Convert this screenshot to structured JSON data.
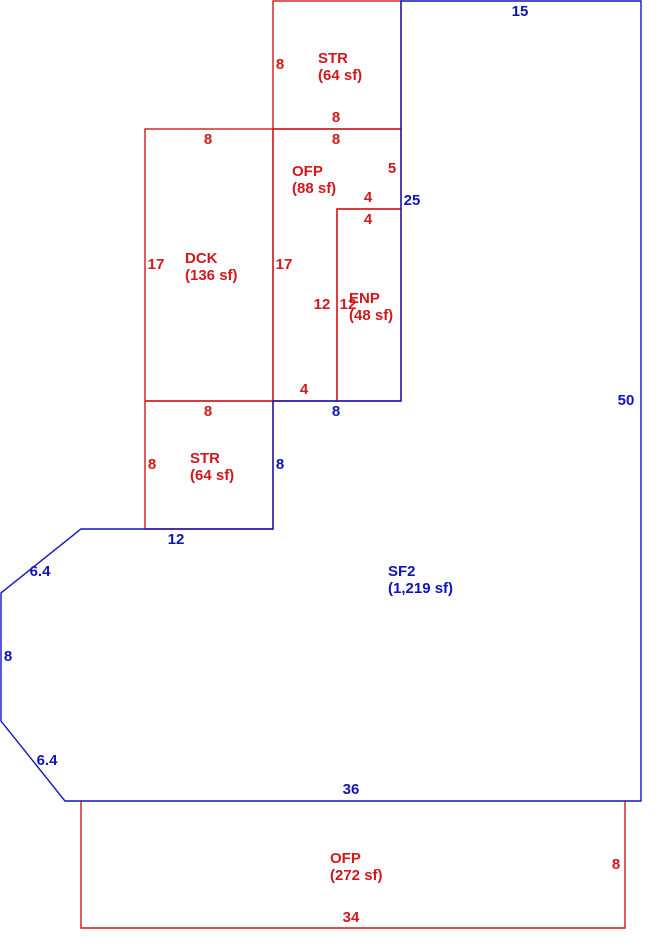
{
  "colors": {
    "addition": "#d0191c",
    "living": "#1015b5"
  },
  "areas": {
    "str_top": {
      "code": "STR",
      "area": "(64 sf)"
    },
    "dck": {
      "code": "DCK",
      "area": "(136 sf)"
    },
    "ofp_upper": {
      "code": "OFP",
      "area": "(88 sf)"
    },
    "enp": {
      "code": "ENP",
      "area": "(48 sf)"
    },
    "str_mid": {
      "code": "STR",
      "area": "(64 sf)"
    },
    "sf2": {
      "code": "SF2",
      "area": "(1,219 sf)"
    },
    "ofp_lower": {
      "code": "OFP",
      "area": "(272 sf)"
    }
  },
  "dims": {
    "sf2_top": "15",
    "sf2_inner_right": "25",
    "sf2_right": "50",
    "sf2_bottom": "36",
    "sf2_lower_angle": "6.4",
    "sf2_left": "8",
    "sf2_upper_angle": "6.4",
    "sf2_step_bottom": "12",
    "sf2_step_right": "8",
    "sf2_inner_bottom": "8",
    "str_top_left": "8",
    "str_top_bottom": "8",
    "dck_top": "8",
    "dck_left": "17",
    "ofp_top": "8",
    "ofp_left": "17",
    "ofp_right": "5",
    "ofp_bottom": "4",
    "enp_top_upper": "4",
    "enp_top_lower": "4",
    "enp_left_outer": "12",
    "enp_left_inner": "12",
    "str_mid_top": "8",
    "str_mid_left": "8",
    "ofp_lower_right": "8",
    "ofp_lower_bottom": "34"
  }
}
